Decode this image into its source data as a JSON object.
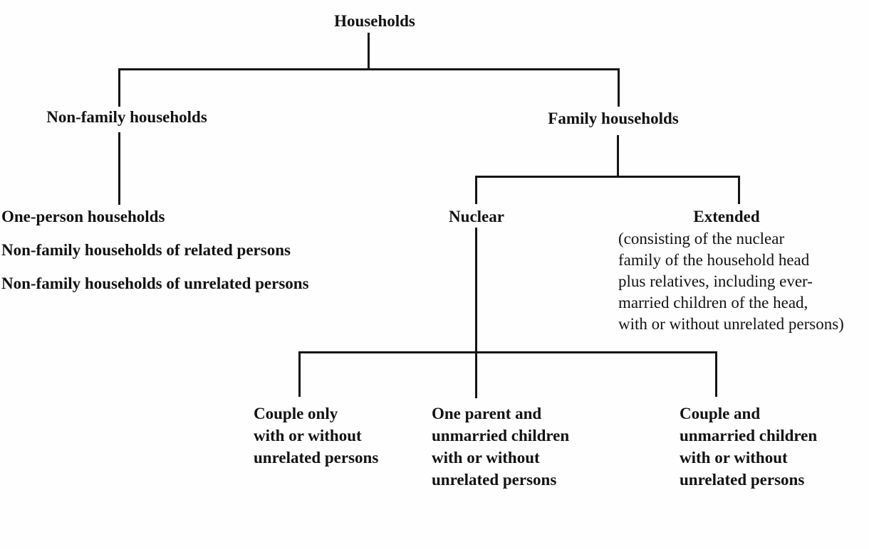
{
  "diagram": {
    "type": "tree",
    "colors": {
      "ink": "#151515",
      "background": "#fefefe"
    },
    "root": {
      "label": "Households"
    },
    "branches": {
      "non_family": {
        "label": "Non-family households",
        "children": [
          "One-person households",
          "Non-family households of related persons",
          "Non-family households of unrelated persons"
        ]
      },
      "family": {
        "label": "Family households",
        "children": {
          "nuclear": {
            "label": "Nuclear",
            "children": [
              {
                "lines": [
                  "Couple only",
                  "with or without",
                  "unrelated persons"
                ]
              },
              {
                "lines": [
                  "One parent and",
                  "unmarried children",
                  "with or without",
                  "unrelated persons"
                ]
              },
              {
                "lines": [
                  "Couple and",
                  "unmarried children",
                  "with or without",
                  "unrelated persons"
                ]
              }
            ]
          },
          "extended": {
            "label": "Extended",
            "description_lines": [
              "(consisting of the nuclear",
              "family of the household head",
              "plus relatives, including ever-",
              "married children of the head,",
              "with or without unrelated persons)"
            ]
          }
        }
      }
    }
  }
}
